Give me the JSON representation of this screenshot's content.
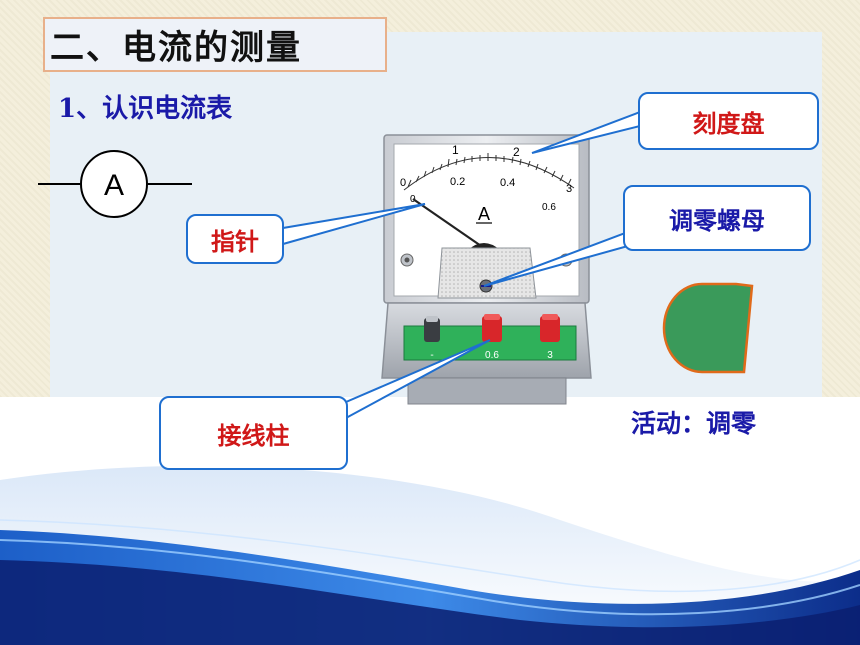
{
  "slide": {
    "title": "二、电流的测量",
    "subtitle": "1、认识电流表",
    "symbol_letter": "A",
    "meter": {
      "dial_letter": "A",
      "scale_top": [
        "0",
        "1",
        "2",
        "3"
      ],
      "scale_bottom": [
        "0",
        "0.2",
        "0.4",
        "0.6"
      ],
      "terminals": [
        "-",
        "0.6",
        "3"
      ]
    },
    "labels": {
      "dial": "刻度盘",
      "needle": "指针",
      "zero_screw": "调零螺母",
      "terminal": "接线柱"
    },
    "activity": "活动：调零",
    "colors": {
      "callout_border": "#1f6fd0",
      "label_red": "#d01818",
      "label_blue": "#1a1aa8",
      "knob_green": "#3a9a5a",
      "knob_border": "#e06a1a",
      "terminal_red": "#d8262a"
    }
  }
}
